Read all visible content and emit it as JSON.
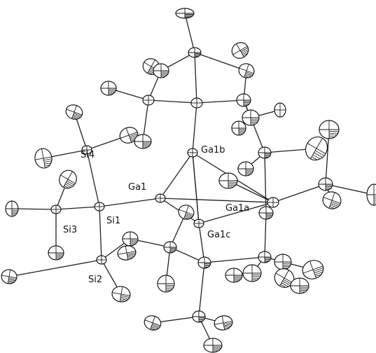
{
  "labels": {
    "ga1": "Ga1",
    "ga1a": "Ga1a",
    "ga1b": "Ga1b",
    "ga1c": "Ga1c",
    "si1": "Si1",
    "si2": "Si2",
    "si3": "Si3",
    "si4": "Si4"
  }
}
